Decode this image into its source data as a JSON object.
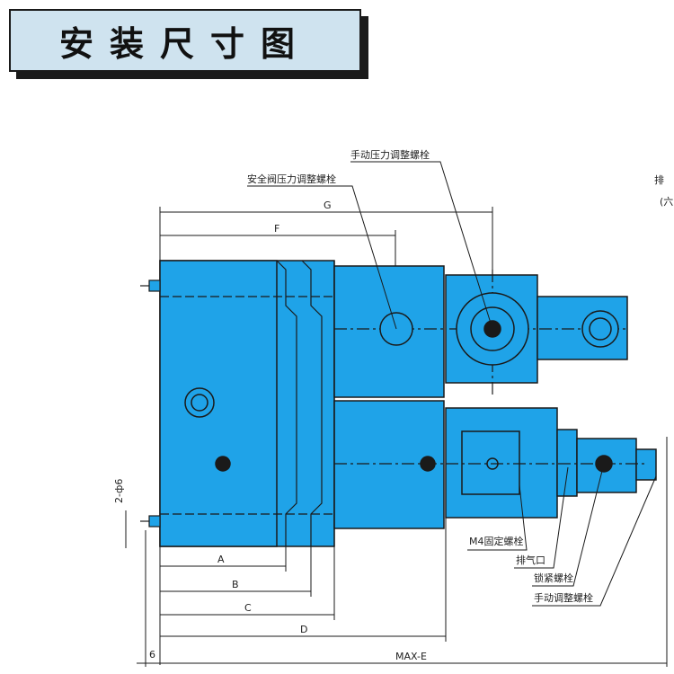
{
  "title": "安装尺寸图",
  "colors": {
    "body": "#1fa3e8",
    "line": "#1a1a1a"
  },
  "callouts": {
    "manual_pressure_screw": "手动压力调整螺栓",
    "safety_valve_screw": "安全阀压力调整螺栓",
    "m4_fix_screw": "M4固定螺栓",
    "vent": "排气口",
    "lock_nut": "锁紧螺栓",
    "manual_adjust_screw": "手动调整螺栓",
    "edge_label_top": "排",
    "edge_label_bottom": "(六"
  },
  "dimensions": {
    "g": "G",
    "f": "F",
    "a": "A",
    "b": "B",
    "c": "C",
    "d": "D",
    "max_e": "MAX-E",
    "hole": "2-ф6",
    "six": "6"
  }
}
